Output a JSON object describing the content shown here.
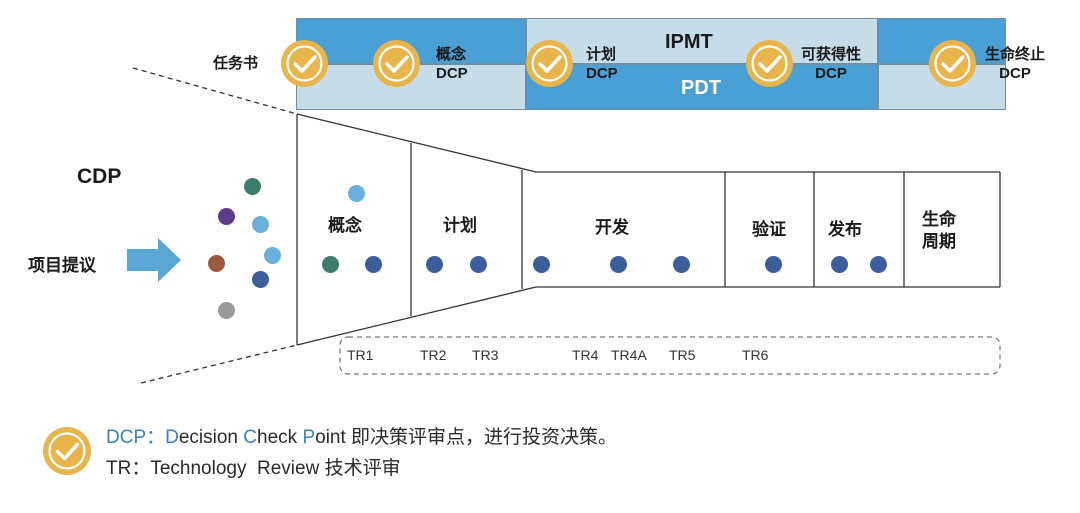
{
  "colors": {
    "band_dark": "#4a9fd4",
    "band_light": "#c6dde9",
    "check_gold": "#e8b54c",
    "arrow_blue": "#5aa6d3",
    "dot_navy": "#3c5f9c",
    "dot_teal": "#3e7d6e",
    "dot_purple": "#5b3d8a",
    "dot_brown": "#9a5a3e",
    "dot_lightblue": "#6ab0dd",
    "dot_gray": "#9a9a9a"
  },
  "top_band": {
    "ipmt_label": "IPMT",
    "pdt_label": "PDT"
  },
  "milestones": [
    {
      "label_line1": "任务书",
      "label_line2": ""
    },
    {
      "label_line1": "概念",
      "label_line2": "DCP"
    },
    {
      "label_line1": "计划",
      "label_line2": "DCP"
    },
    {
      "label_line1": "可获得性",
      "label_line2": "DCP"
    },
    {
      "label_line1": "生命终止",
      "label_line2": "DCP"
    }
  ],
  "cdp_label": "CDP",
  "proposal_label": "项目提议",
  "phases": [
    {
      "name": "概念"
    },
    {
      "name": "计划"
    },
    {
      "name": "开发"
    },
    {
      "name": "验证"
    },
    {
      "name": "发布"
    },
    {
      "name": "生命\n周期"
    }
  ],
  "tech_reviews": [
    "TR1",
    "TR2",
    "TR3",
    "TR4",
    "TR4A",
    "TR5",
    "TR6"
  ],
  "legend": {
    "dcp_prefix": "DCP：",
    "dcp_D": "D",
    "dcp_ecision": "ecision ",
    "dcp_C": "C",
    "dcp_heck": "heck ",
    "dcp_P": "P",
    "dcp_oint": "oint ",
    "dcp_desc": "即决策评审点，进行投资决策。",
    "tr_line": "TR：Technology  Review 技术评审"
  }
}
